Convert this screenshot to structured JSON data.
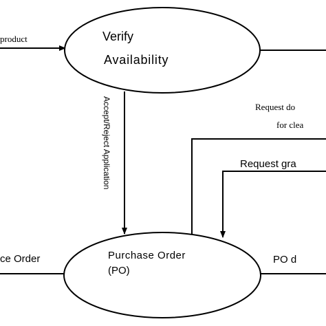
{
  "nodes": {
    "verify": {
      "line1": "Verify",
      "line2": "Availability"
    },
    "po": {
      "line1": "Purchase Order",
      "line2": "(PO)"
    }
  },
  "flows": {
    "product_in": "product",
    "accept_reject": "Accept/Reject Application",
    "request_doc_line1": "Request do",
    "request_doc_line2": "for clea",
    "request_grant": "Request gra",
    "place_order": "ce Order",
    "po_out": "PO d"
  }
}
